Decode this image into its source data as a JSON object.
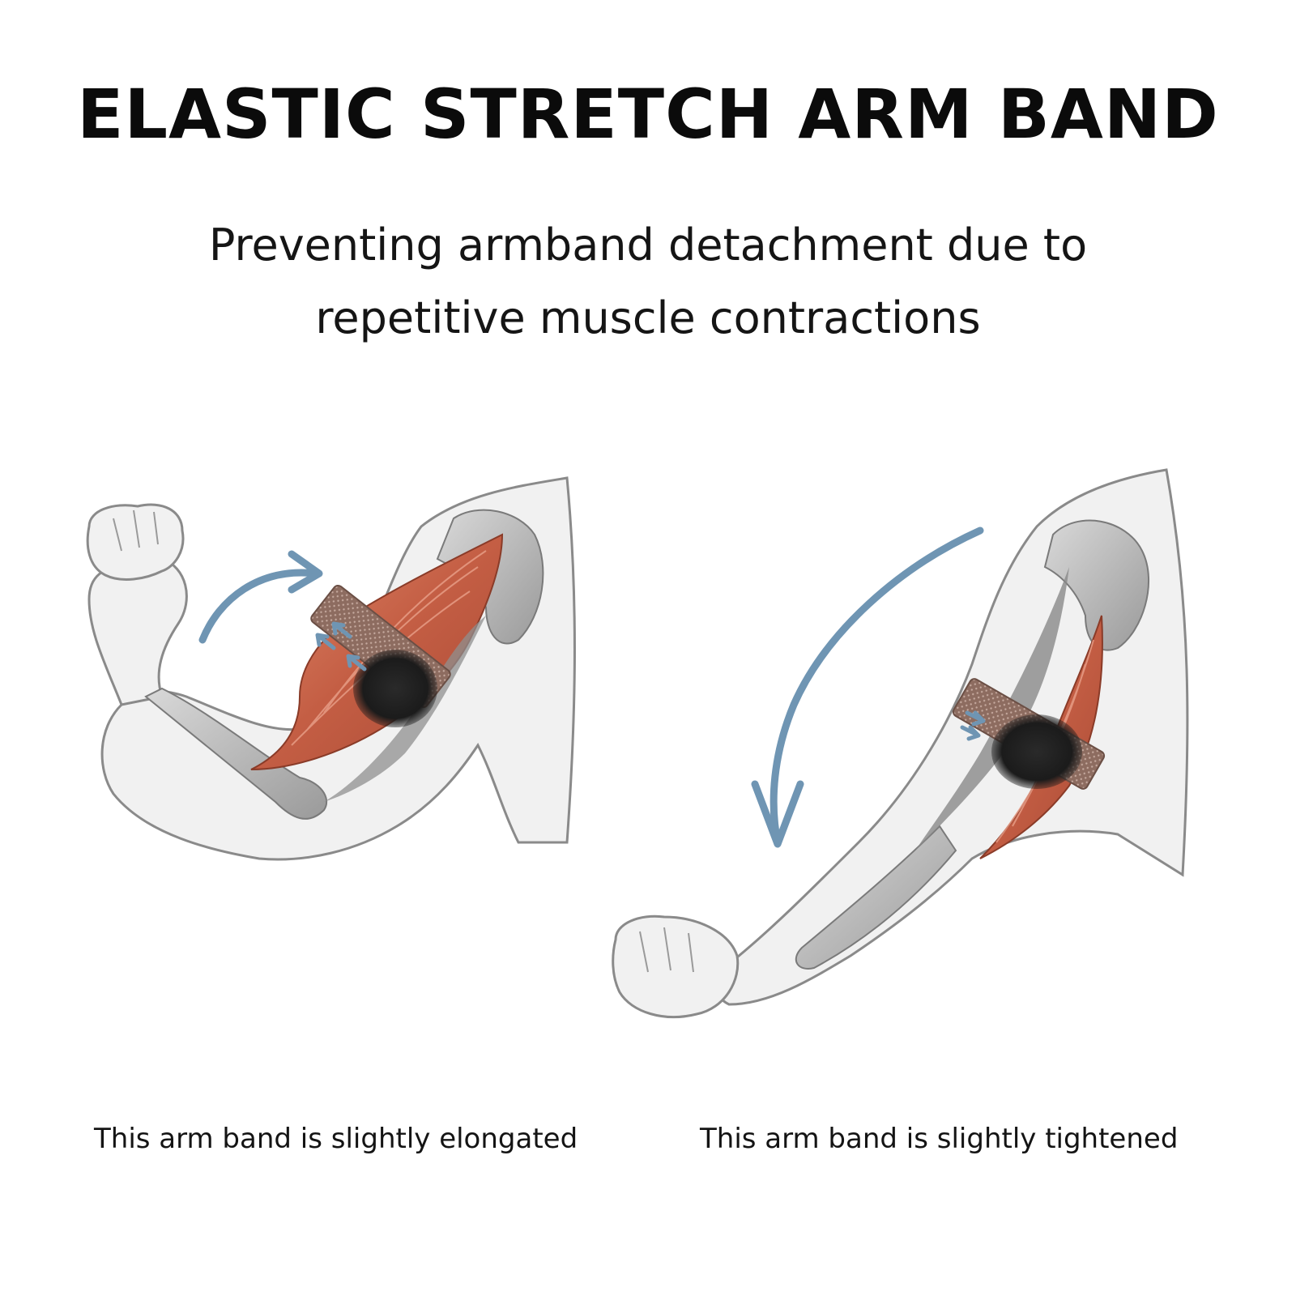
{
  "header": {
    "title": "ELASTIC STRETCH ARM BAND",
    "subtitle": "Preventing armband detachment due to repetitive muscle contractions"
  },
  "panels": [
    {
      "pose": "arm-flexed",
      "caption": "This arm band is slightly elongated",
      "motion_arrow": "curved-arrow-up-right"
    },
    {
      "pose": "arm-extended",
      "caption": "This arm band is slightly tightened",
      "motion_arrow": "curved-arrow-down"
    }
  ],
  "colors": {
    "muscle": "#c9664a",
    "arrow": "#6f95b3",
    "skin_fill": "#f2f2f2",
    "outline": "#8a8a8a",
    "band": "#8a6a5e",
    "sensor": "#1e1e1e"
  }
}
